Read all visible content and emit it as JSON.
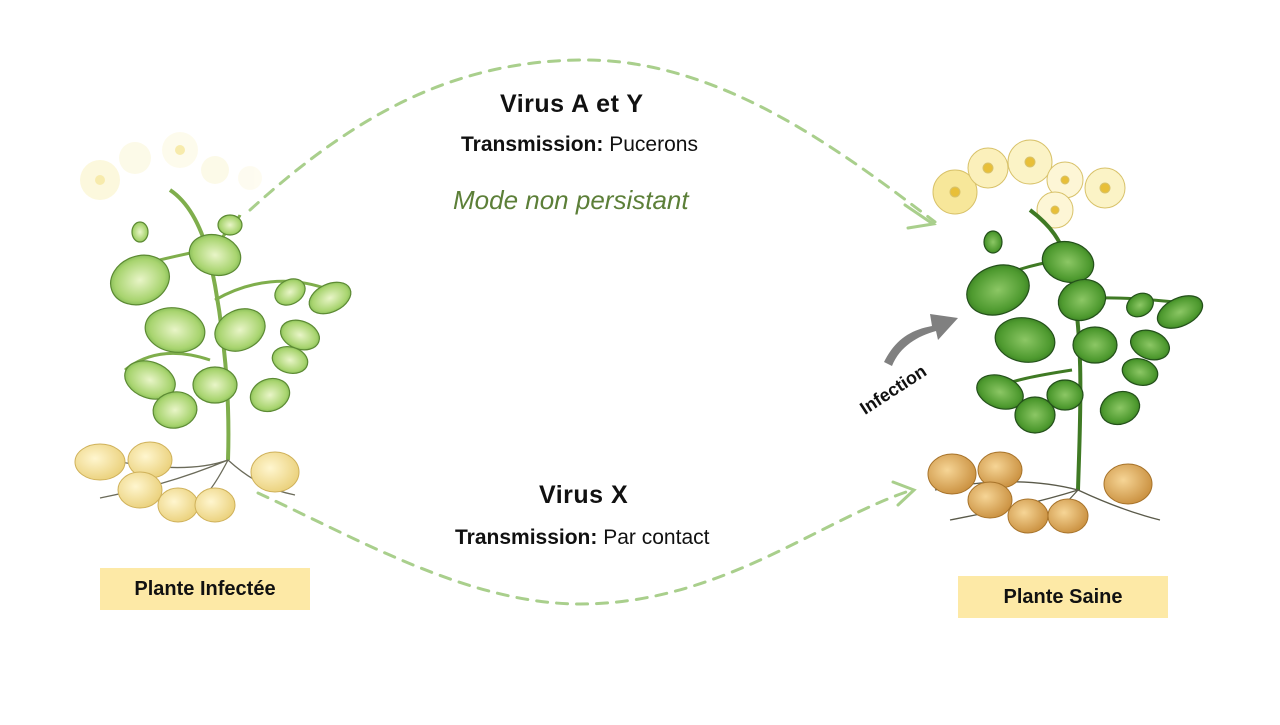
{
  "top_path": {
    "title": "Virus A et Y",
    "transmission_label": "Transmission:",
    "transmission_value": "Pucerons",
    "mode": "Mode non persistant"
  },
  "bottom_path": {
    "title": "Virus X",
    "transmission_label": "Transmission:",
    "transmission_value": "Par contact"
  },
  "infection_label": "Infection",
  "left_plant": {
    "label": "Plante Infectée"
  },
  "right_plant": {
    "label": "Plante Saine"
  },
  "colors": {
    "dashed_arrow": "#a9cf8c",
    "label_bg": "#fde9a6",
    "mode_text": "#5c7f38",
    "infection_arrow": "#808080",
    "infected_leaf": "#a8d46f",
    "healthy_leaf": "#4e9a2f",
    "tuber_infected": "#f4df8c",
    "tuber_healthy": "#dca95a"
  }
}
